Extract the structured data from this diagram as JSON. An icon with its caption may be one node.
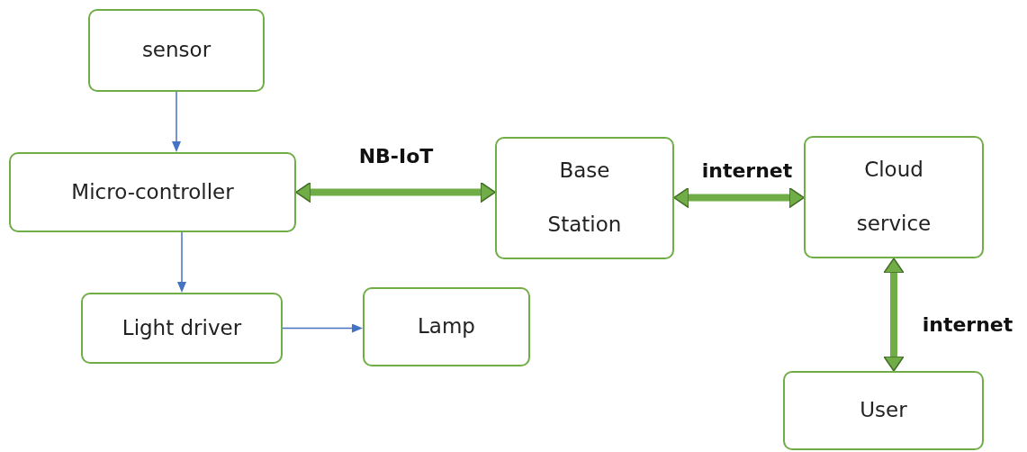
{
  "diagram": {
    "nodes": [
      {
        "text": [
          "sensor"
        ]
      },
      {
        "text": [
          "Micro-controller"
        ]
      },
      {
        "text": [
          "Light driver"
        ]
      },
      {
        "text": [
          "Lamp"
        ]
      },
      {
        "text": [
          "Base Station"
        ]
      },
      {
        "text": [
          "Cloud service"
        ]
      },
      {
        "text": [
          "User"
        ]
      }
    ],
    "edges": [
      {
        "from": 0,
        "to": 1,
        "arrow": "to",
        "color": "#4472c4"
      },
      {
        "from": 1,
        "to": 2,
        "arrow": "to",
        "color": "#4472c4"
      },
      {
        "from": 2,
        "to": 3,
        "arrow": "to",
        "color": "#4472c4"
      },
      {
        "from": 1,
        "to": 4,
        "arrow": "both",
        "label": "NB-IoT",
        "style": "thick",
        "color": "#70ad47"
      },
      {
        "from": 4,
        "to": 5,
        "arrow": "both",
        "label": "internet",
        "style": "thick",
        "color": "#70ad47"
      },
      {
        "from": 5,
        "to": 6,
        "arrow": "both",
        "label": "internet",
        "style": "thick",
        "color": "#70ad47"
      }
    ]
  }
}
